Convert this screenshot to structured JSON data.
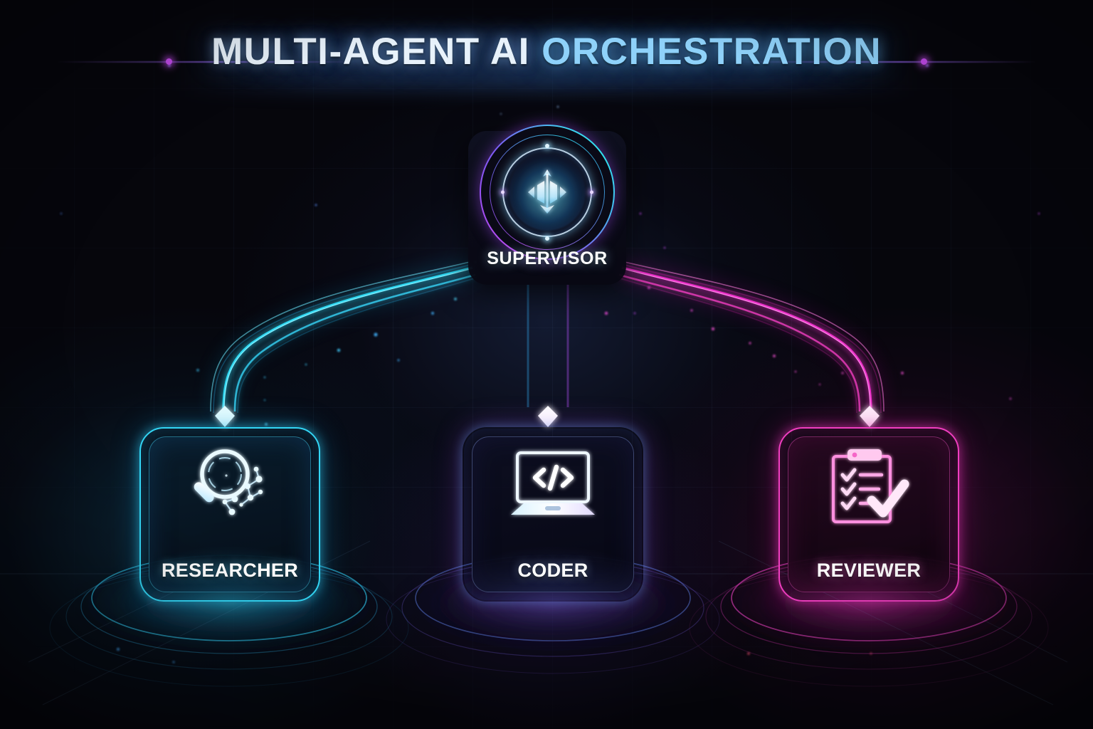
{
  "title": {
    "part_a": "MULTI-AGENT",
    "part_b_lead": "AI",
    "part_b": "ORCHESTRATION",
    "full": "MULTI-AGENT AI ORCHESTRATION"
  },
  "colors": {
    "background": "#06060c",
    "title_white": "#e8f2fb",
    "title_blue": "#8fd2fa",
    "cyan": "#33d6f5",
    "magenta": "#f03ec0",
    "purple": "#a34ef2",
    "white": "#ffffff",
    "streak_purple": "#c14ae8"
  },
  "supervisor": {
    "label": "SUPERVISOR",
    "icon": "orchestrator-core-icon",
    "ring_outer_color": "#a34ef2",
    "ring_inner_color": "#33d6f5"
  },
  "agents": [
    {
      "id": "researcher",
      "label": "RESEARCHER",
      "icon": "magnifying-glass-network-icon",
      "accent": "#33d6f5"
    },
    {
      "id": "coder",
      "label": "CODER",
      "icon": "laptop-code-icon",
      "icon_glyph": "</>",
      "accent": "#7b8af0"
    },
    {
      "id": "reviewer",
      "label": "REVIEWER",
      "icon": "clipboard-checklist-icon",
      "accent": "#f03ec0"
    }
  ],
  "connections": [
    {
      "id": "supervisor-to-researcher",
      "from": "SUPERVISOR",
      "to": "RESEARCHER",
      "color": "#33d6f5",
      "arrow": "down"
    },
    {
      "id": "supervisor-to-coder",
      "from": "SUPERVISOR",
      "to": "CODER",
      "color": "#c8a8ff",
      "arrow": "down"
    },
    {
      "id": "supervisor-to-reviewer",
      "from": "SUPERVISOR",
      "to": "REVIEWER",
      "color": "#f03ec0",
      "arrow": "down"
    }
  ]
}
